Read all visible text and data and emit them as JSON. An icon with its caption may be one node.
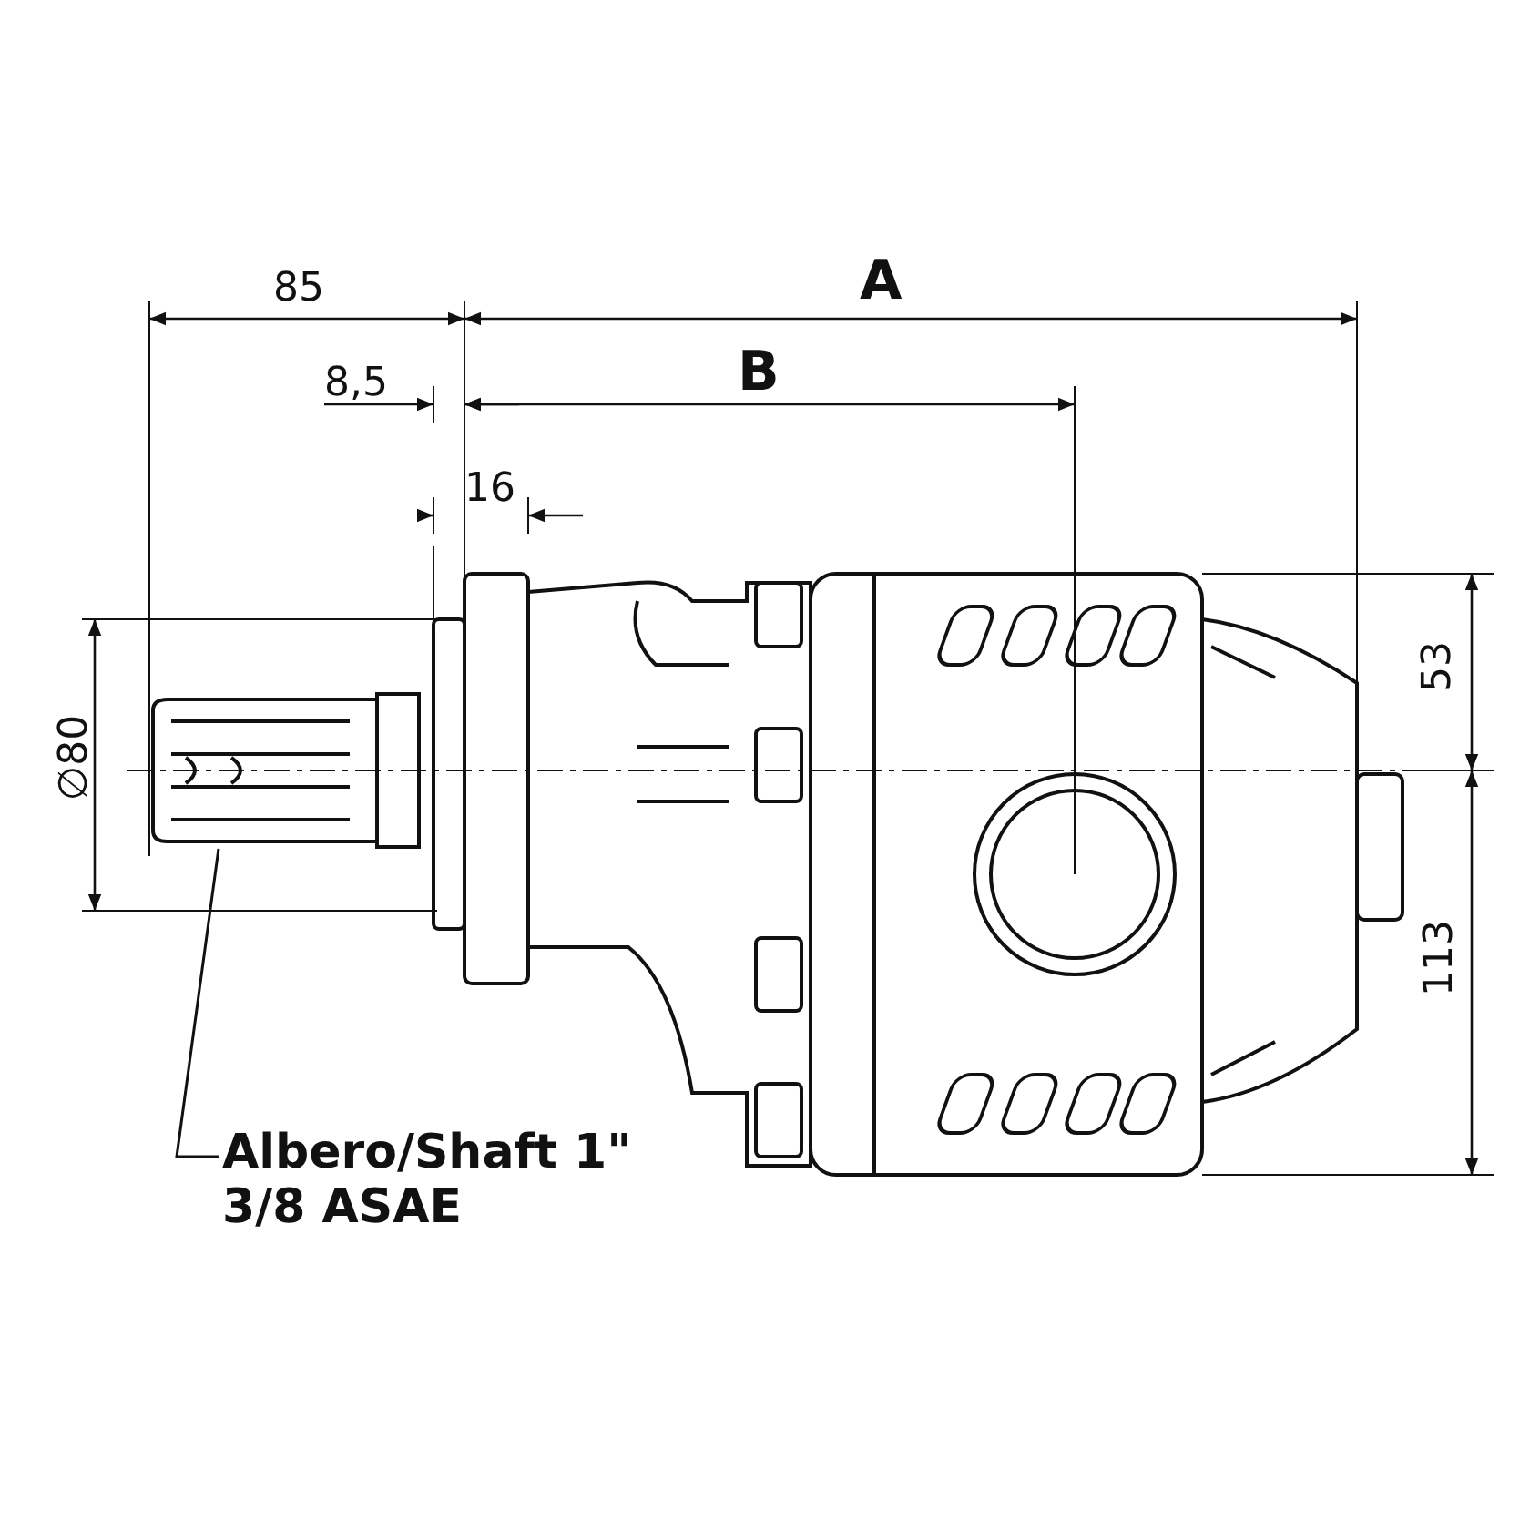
{
  "diagram": {
    "nodes": [
      {
        "text": [
          "Albero/Shaft 1\" 3/8 ASAE"
        ]
      },
      {
        "text": [],
        "shape": "picture"
      }
    ],
    "edges": [
      {
        "from": 0,
        "to": 1,
        "arrow": "none"
      }
    ],
    "labels": [
      "85",
      "A",
      "8,5",
      "B",
      "16",
      "∅80",
      "53",
      "113"
    ]
  }
}
